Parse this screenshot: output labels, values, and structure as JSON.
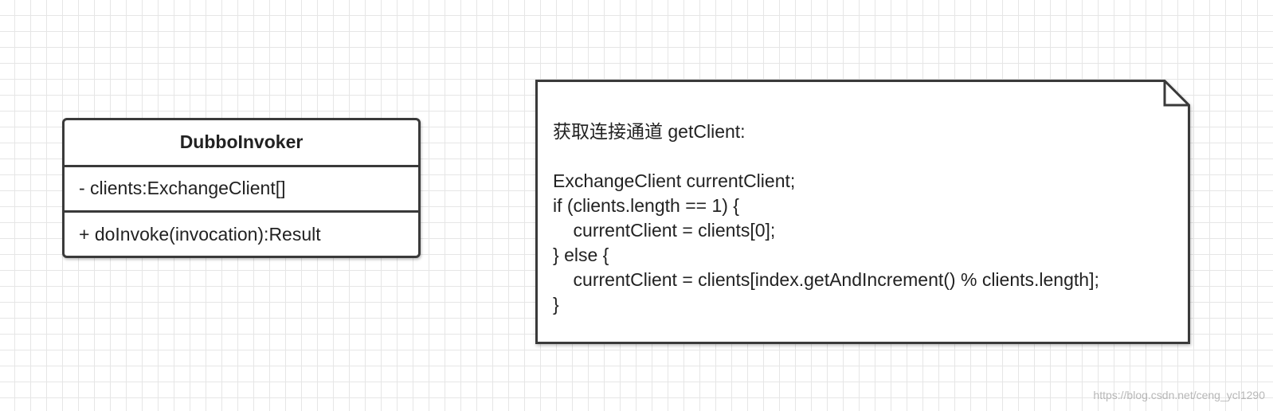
{
  "uml_class": {
    "name": "DubboInvoker",
    "attributes": [
      "- clients:ExchangeClient[]"
    ],
    "operations": [
      "+ doInvoke(invocation):Result"
    ]
  },
  "note": {
    "lines": [
      "获取连接通道 getClient:",
      "",
      "ExchangeClient currentClient;",
      "if (clients.length == 1) {",
      "    currentClient = clients[0];",
      "} else {",
      "    currentClient = clients[index.getAndIncrement() % clients.length];",
      "}"
    ]
  },
  "watermark": "https://blog.csdn.net/ceng_ycl1290",
  "colors": {
    "border": "#3a3a3a",
    "grid": "#e6e6e6",
    "text": "#222222"
  }
}
